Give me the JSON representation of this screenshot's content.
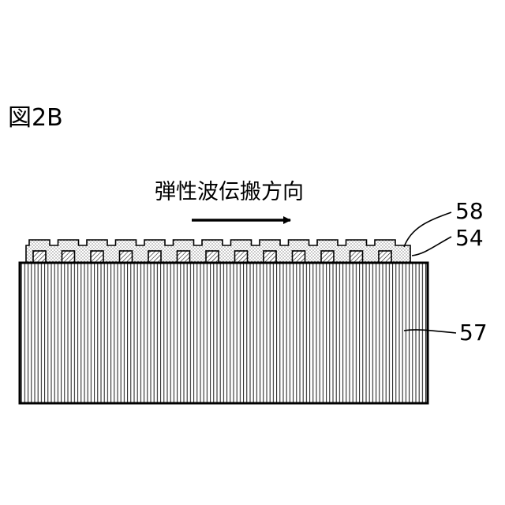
{
  "figure": {
    "title": "図2B"
  },
  "direction": {
    "label": "弾性波伝搬方向"
  },
  "references": {
    "film": "58",
    "electrode": "54",
    "substrate": "57"
  },
  "diagram": {
    "electrode_finger_count": 13,
    "line_color": "#000000",
    "background_color": "#ffffff"
  }
}
